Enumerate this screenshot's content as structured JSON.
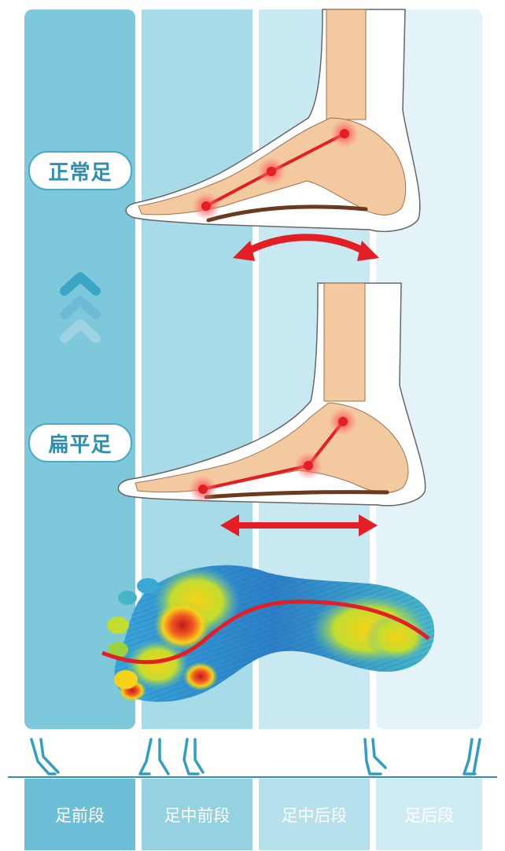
{
  "labels": {
    "normal_foot": "正常足",
    "flat_foot": "扁平足"
  },
  "segments": [
    {
      "label": "足前段"
    },
    {
      "label": "足中前段"
    },
    {
      "label": "足中后段"
    },
    {
      "label": "足后段"
    }
  ],
  "colors": {
    "column_1": "#7ec8dc",
    "column_2": "#a8dbe8",
    "column_3": "#c8e9f1",
    "column_4": "#e3f3f8",
    "accent_red": "#e31e24",
    "bone": "#f3c9a0",
    "label_blue": "#2d8fb0"
  },
  "icons": [
    "up-chevrons-icon",
    "double-arrow-icon",
    "walking-leg-icon"
  ]
}
